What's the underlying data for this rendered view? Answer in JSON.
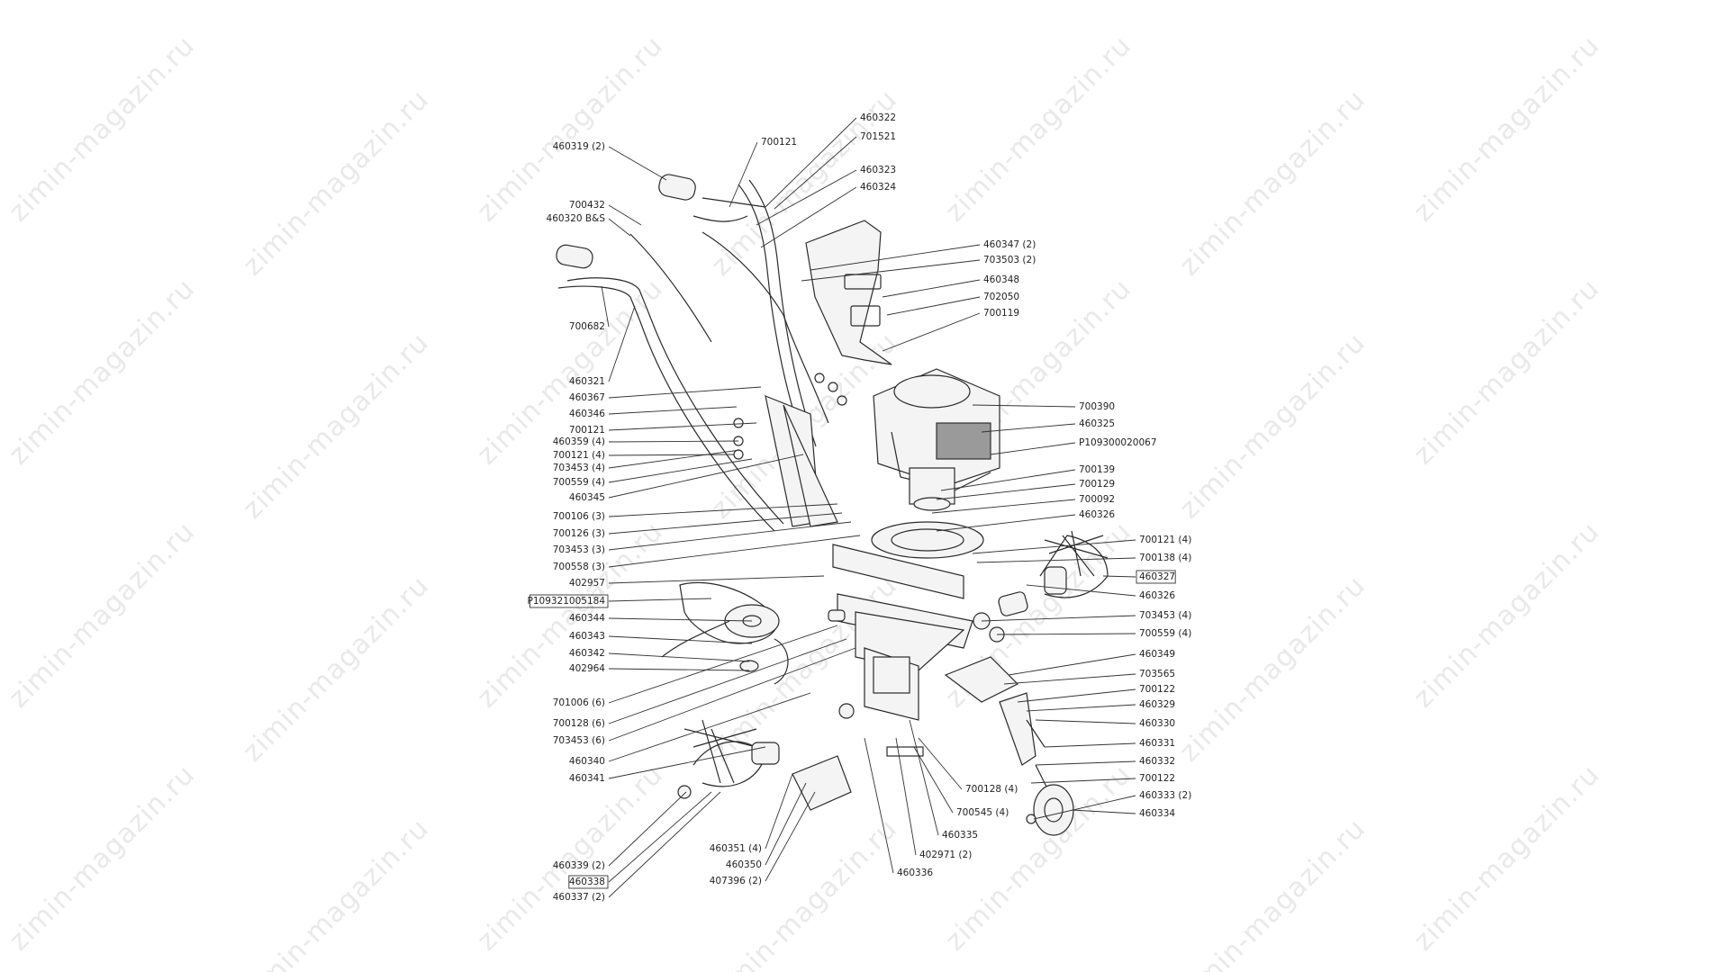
{
  "watermark": {
    "text": "zimin-magazin.ru",
    "color": "#e9e9e9"
  },
  "diagram": {
    "labels_left": [
      "460319 (2)",
      "700432",
      "460320 B&S",
      "700682",
      "460321",
      "460367",
      "460346",
      "700121",
      "460359 (4)",
      "700121 (4)",
      "703453 (4)",
      "700559 (4)",
      "460345",
      "700106 (3)",
      "700126 (3)",
      "703453 (3)",
      "700558 (3)",
      "402957",
      "P109321005184",
      "460344",
      "460343",
      "460342",
      "402964",
      "701006 (6)",
      "700128 (6)",
      "703453 (6)",
      "460340",
      "460341",
      "460339 (2)",
      "460338",
      "460337 (2)"
    ],
    "labels_top": [
      "700121",
      "460322",
      "701521",
      "460323",
      "460324"
    ],
    "labels_right": [
      "460347 (2)",
      "703503 (2)",
      "460348",
      "702050",
      "700119",
      "700390",
      "460325",
      "P109300020067",
      "700139",
      "700129",
      "700092",
      "460326",
      "700121 (4)",
      "700138 (4)",
      "460327",
      "460326",
      "703453 (4)",
      "700559 (4)",
      "460349",
      "703565",
      "700122",
      "460329",
      "460330",
      "460331",
      "460332",
      "700122",
      "460333 (2)",
      "460334"
    ],
    "labels_bottom": [
      "700128 (4)",
      "700545 (4)",
      "460335",
      "402971 (2)",
      "460336",
      "460351 (4)",
      "460350",
      "407396 (2)"
    ],
    "boxed_labels": [
      "P109321005184",
      "460327",
      "460338"
    ]
  }
}
